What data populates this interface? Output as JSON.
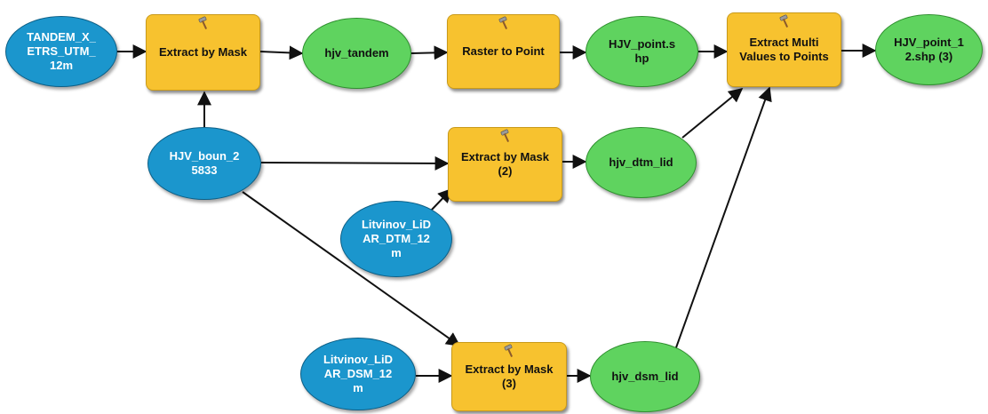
{
  "colors": {
    "data_input": "#1b96cd",
    "data_derived": "#5fd35f",
    "tool": "#f7c22f",
    "connector": "#111111"
  },
  "nodes": {
    "tandem": "TANDEM_X_\nETRS_UTM_\n12m",
    "hjv_boun": "HJV_boun_2\n5833",
    "dtm_input": "Litvinov_LiD\nAR_DTM_12\nm",
    "dsm_input": "Litvinov_LiD\nAR_DSM_12\nm",
    "extract_mask_1": "Extract by Mask",
    "extract_mask_2": "Extract by Mask\n(2)",
    "extract_mask_3": "Extract by Mask\n(3)",
    "raster_to_point": "Raster to Point",
    "extract_multi": "Extract Multi\nValues to Points",
    "hjv_tandem": "hjv_tandem",
    "hjv_point": "HJV_point.s\nhp",
    "hjv_dtm_lid": "hjv_dtm_lid",
    "hjv_dsm_lid": "hjv_dsm_lid",
    "hjv_point_12": "HJV_point_1\n2.shp (3)"
  },
  "tool_icon": "hammer-icon"
}
